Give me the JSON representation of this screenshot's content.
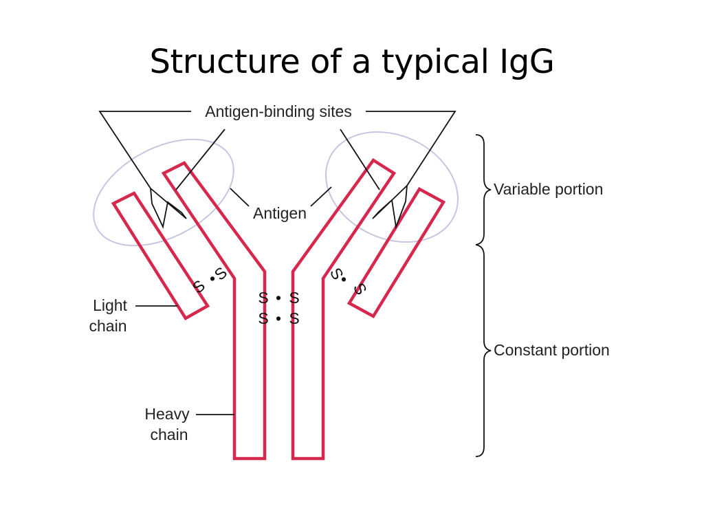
{
  "title": "Structure of a typical IgG",
  "labels": {
    "antigen_binding_sites": "Antigen-binding sites",
    "antigen": "Antigen",
    "variable_portion": "Variable portion",
    "constant_portion": "Constant portion",
    "light_chain_line1": "Light",
    "light_chain_line2": "chain",
    "heavy_chain_line1": "Heavy",
    "heavy_chain_line2": "chain"
  },
  "disulfide": {
    "s": "S",
    "dot": "•"
  },
  "colors": {
    "chain": "#d6284d",
    "ellipse": "#c9c4e0",
    "antigen_fill": "#ffffff",
    "text": "#222222"
  }
}
